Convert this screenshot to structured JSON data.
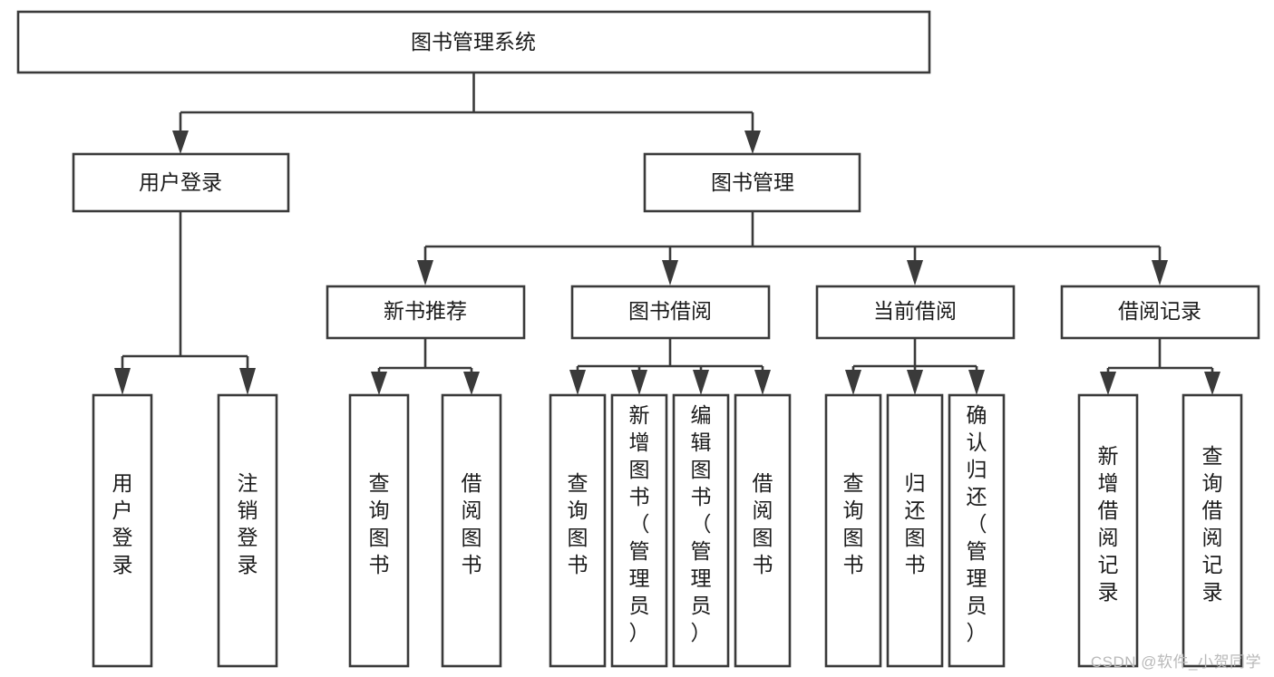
{
  "diagram": {
    "type": "tree-hierarchy",
    "title": "图书管理系统",
    "watermark": "CSDN @软件_小贺同学",
    "colors": {
      "stroke": "#3a3a3a",
      "fill": "#ffffff",
      "text": "#1b1b1b",
      "watermark": "#b9b9b9"
    },
    "nodes": {
      "root": {
        "label": "图书管理系统",
        "orientation": "horizontal"
      },
      "level2": [
        {
          "id": "user-login",
          "label": "用户登录",
          "orientation": "horizontal"
        },
        {
          "id": "book-management",
          "label": "图书管理",
          "orientation": "horizontal"
        }
      ],
      "level3": [
        {
          "id": "new-book-recommend",
          "label": "新书推荐",
          "orientation": "horizontal"
        },
        {
          "id": "book-borrow",
          "label": "图书借阅",
          "orientation": "horizontal"
        },
        {
          "id": "current-borrow",
          "label": "当前借阅",
          "orientation": "horizontal"
        },
        {
          "id": "borrow-record",
          "label": "借阅记录",
          "orientation": "horizontal"
        }
      ],
      "leaves": [
        {
          "id": "leaf-user-login",
          "label": "用户登录",
          "parent": "user-login",
          "orientation": "vertical"
        },
        {
          "id": "leaf-user-logout",
          "label": "注销登录",
          "parent": "user-login",
          "orientation": "vertical"
        },
        {
          "id": "leaf-query-book-1",
          "label": "查询图书",
          "parent": "new-book-recommend",
          "orientation": "vertical"
        },
        {
          "id": "leaf-borrow-book-1",
          "label": "借阅图书",
          "parent": "new-book-recommend",
          "orientation": "vertical"
        },
        {
          "id": "leaf-query-book-2",
          "label": "查询图书",
          "parent": "book-borrow",
          "orientation": "vertical"
        },
        {
          "id": "leaf-add-book",
          "label": "新增图书（管理员）",
          "parent": "book-borrow",
          "orientation": "vertical"
        },
        {
          "id": "leaf-edit-book",
          "label": "编辑图书（管理员）",
          "parent": "book-borrow",
          "orientation": "vertical"
        },
        {
          "id": "leaf-borrow-book-2",
          "label": "借阅图书",
          "parent": "book-borrow",
          "orientation": "vertical"
        },
        {
          "id": "leaf-query-book-3",
          "label": "查询图书",
          "parent": "current-borrow",
          "orientation": "vertical"
        },
        {
          "id": "leaf-return-book",
          "label": "归还图书",
          "parent": "current-borrow",
          "orientation": "vertical"
        },
        {
          "id": "leaf-confirm-return",
          "label": "确认归还（管理员）",
          "parent": "current-borrow",
          "orientation": "vertical"
        },
        {
          "id": "leaf-add-borrow-record",
          "label": "新增借阅记录",
          "parent": "borrow-record",
          "orientation": "vertical"
        },
        {
          "id": "leaf-query-borrow-record",
          "label": "查询借阅记录",
          "parent": "borrow-record",
          "orientation": "vertical"
        }
      ]
    }
  }
}
